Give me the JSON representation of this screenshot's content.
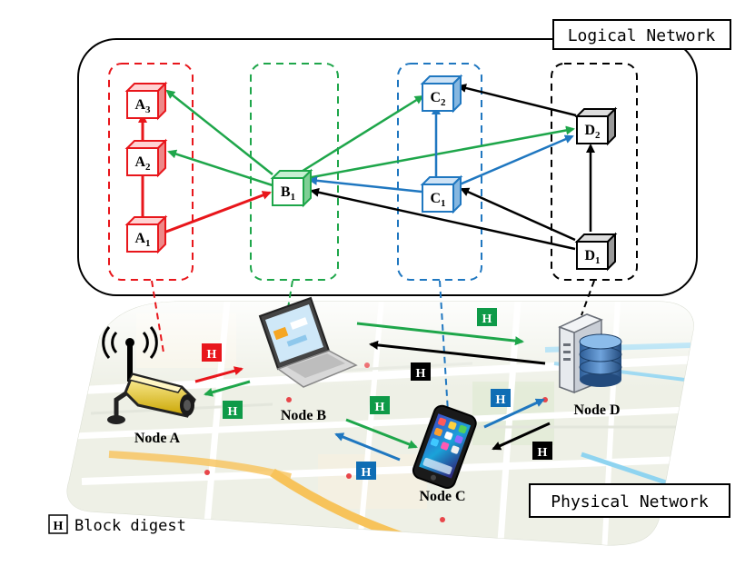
{
  "logical_network": {
    "title": "Logical Network"
  },
  "physical_network": {
    "title": "Physical Network"
  },
  "legend": {
    "symbol": "H",
    "label": "Block digest"
  },
  "digest_symbol": "H",
  "colors": {
    "a": "#e8161b",
    "b": "#1ea64a",
    "c": "#1f77c0",
    "d": "#000000",
    "digest_red": "#e8161b",
    "digest_green": "#0e9a48",
    "digest_blue": "#0f6db4",
    "digest_black": "#000000"
  },
  "blocks": {
    "a1": {
      "letter": "A",
      "index": "1"
    },
    "a2": {
      "letter": "A",
      "index": "2"
    },
    "a3": {
      "letter": "A",
      "index": "3"
    },
    "b1": {
      "letter": "B",
      "index": "1"
    },
    "c1": {
      "letter": "C",
      "index": "1"
    },
    "c2": {
      "letter": "C",
      "index": "2"
    },
    "d1": {
      "letter": "D",
      "index": "1"
    },
    "d2": {
      "letter": "D",
      "index": "2"
    }
  },
  "nodes": {
    "a": {
      "label": "Node A",
      "icon": "wifi-camera-icon"
    },
    "b": {
      "label": "Node B",
      "icon": "laptop-icon"
    },
    "c": {
      "label": "Node C",
      "icon": "smartphone-icon"
    },
    "d": {
      "label": "Node D",
      "icon": "database-server-icon"
    }
  }
}
